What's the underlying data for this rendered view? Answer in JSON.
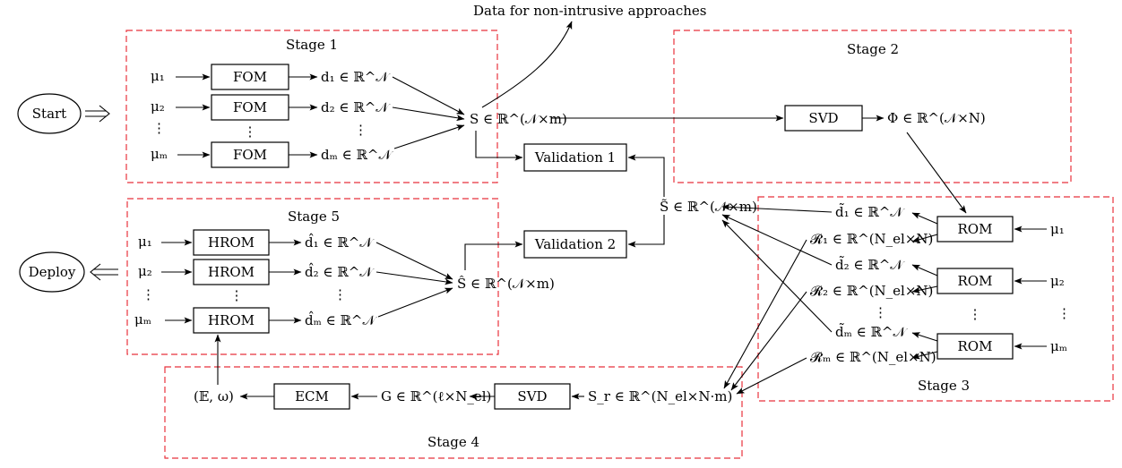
{
  "header": {
    "top_note": "Data for non-intrusive approaches"
  },
  "stages": {
    "s1": "Stage 1",
    "s2": "Stage 2",
    "s3": "Stage 3",
    "s4": "Stage 4",
    "s5": "Stage 5"
  },
  "terminals": {
    "start": "Start",
    "deploy": "Deploy"
  },
  "boxes": {
    "fom": "FOM",
    "svd": "SVD",
    "rom": "ROM",
    "hrom": "HROM",
    "ecm": "ECM",
    "validation1": "Validation 1",
    "validation2": "Validation 2"
  },
  "symbols": {
    "mu1": "μ₁",
    "mu2": "μ₂",
    "mum": "μₘ",
    "vdots": "⋮",
    "d1": "d₁ ∈ ℝ^𝒩",
    "d2": "d₂ ∈ ℝ^𝒩",
    "dm": "dₘ ∈ ℝ^𝒩",
    "S": "S ∈ ℝ^(𝒩×m)",
    "Phi": "Φ ∈ ℝ^(𝒩×N)",
    "Stilde": "S̃ ∈ ℝ^(𝒩×m)",
    "dt1": "d̃₁ ∈ ℝ^𝒩",
    "dt2": "d̃₂ ∈ ℝ^𝒩",
    "dtm": "d̃ₘ ∈ ℝ^𝒩",
    "R1": "𝓡₁ ∈ ℝ^(N_el×N)",
    "R2": "𝓡₂ ∈ ℝ^(N_el×N)",
    "Rm": "𝓡ₘ ∈ ℝ^(N_el×N)",
    "Sr": "S_r ∈ ℝ^(N_el×N·m)",
    "G": "G ∈ ℝ^(ℓ×N_el)",
    "Ew": "(𝔼, ω)",
    "dh1": "d̂₁ ∈ ℝ^𝒩",
    "dh2": "d̂₂ ∈ ℝ^𝒩",
    "dhm": "d̂ₘ ∈ ℝ^𝒩",
    "Shat": "Ŝ ∈ ℝ^(𝒩×m)"
  }
}
